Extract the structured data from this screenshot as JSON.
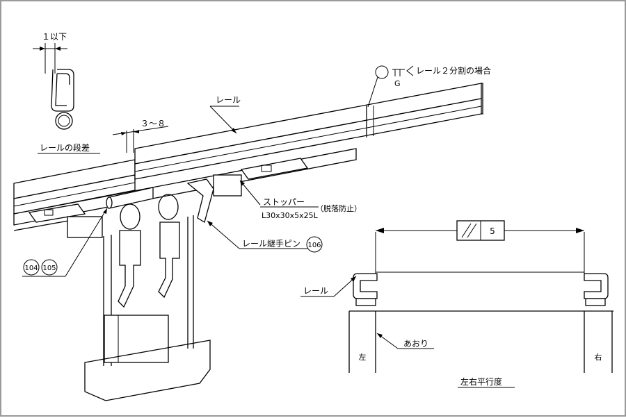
{
  "drawing": {
    "offset_label": "１以下",
    "step_caption": "レールの段差",
    "gap_label": "３～８",
    "rail_label": "レール",
    "split_note": "レール２分割の場合",
    "split_symbol": "G",
    "stopper_title": "ストッパー",
    "stopper_spec": "L30x30x5x25L",
    "stopper_note": "（脱落防止）",
    "joint_pin_label": "レール継手ピン",
    "balloon_joint": "106",
    "balloon_a": "104",
    "balloon_b": "105",
    "tolerance_value": "5",
    "section_rail_label": "レール",
    "aori_label": "あおり",
    "left_label": "左",
    "right_label": "右",
    "parallel_caption": "左右平行度"
  }
}
